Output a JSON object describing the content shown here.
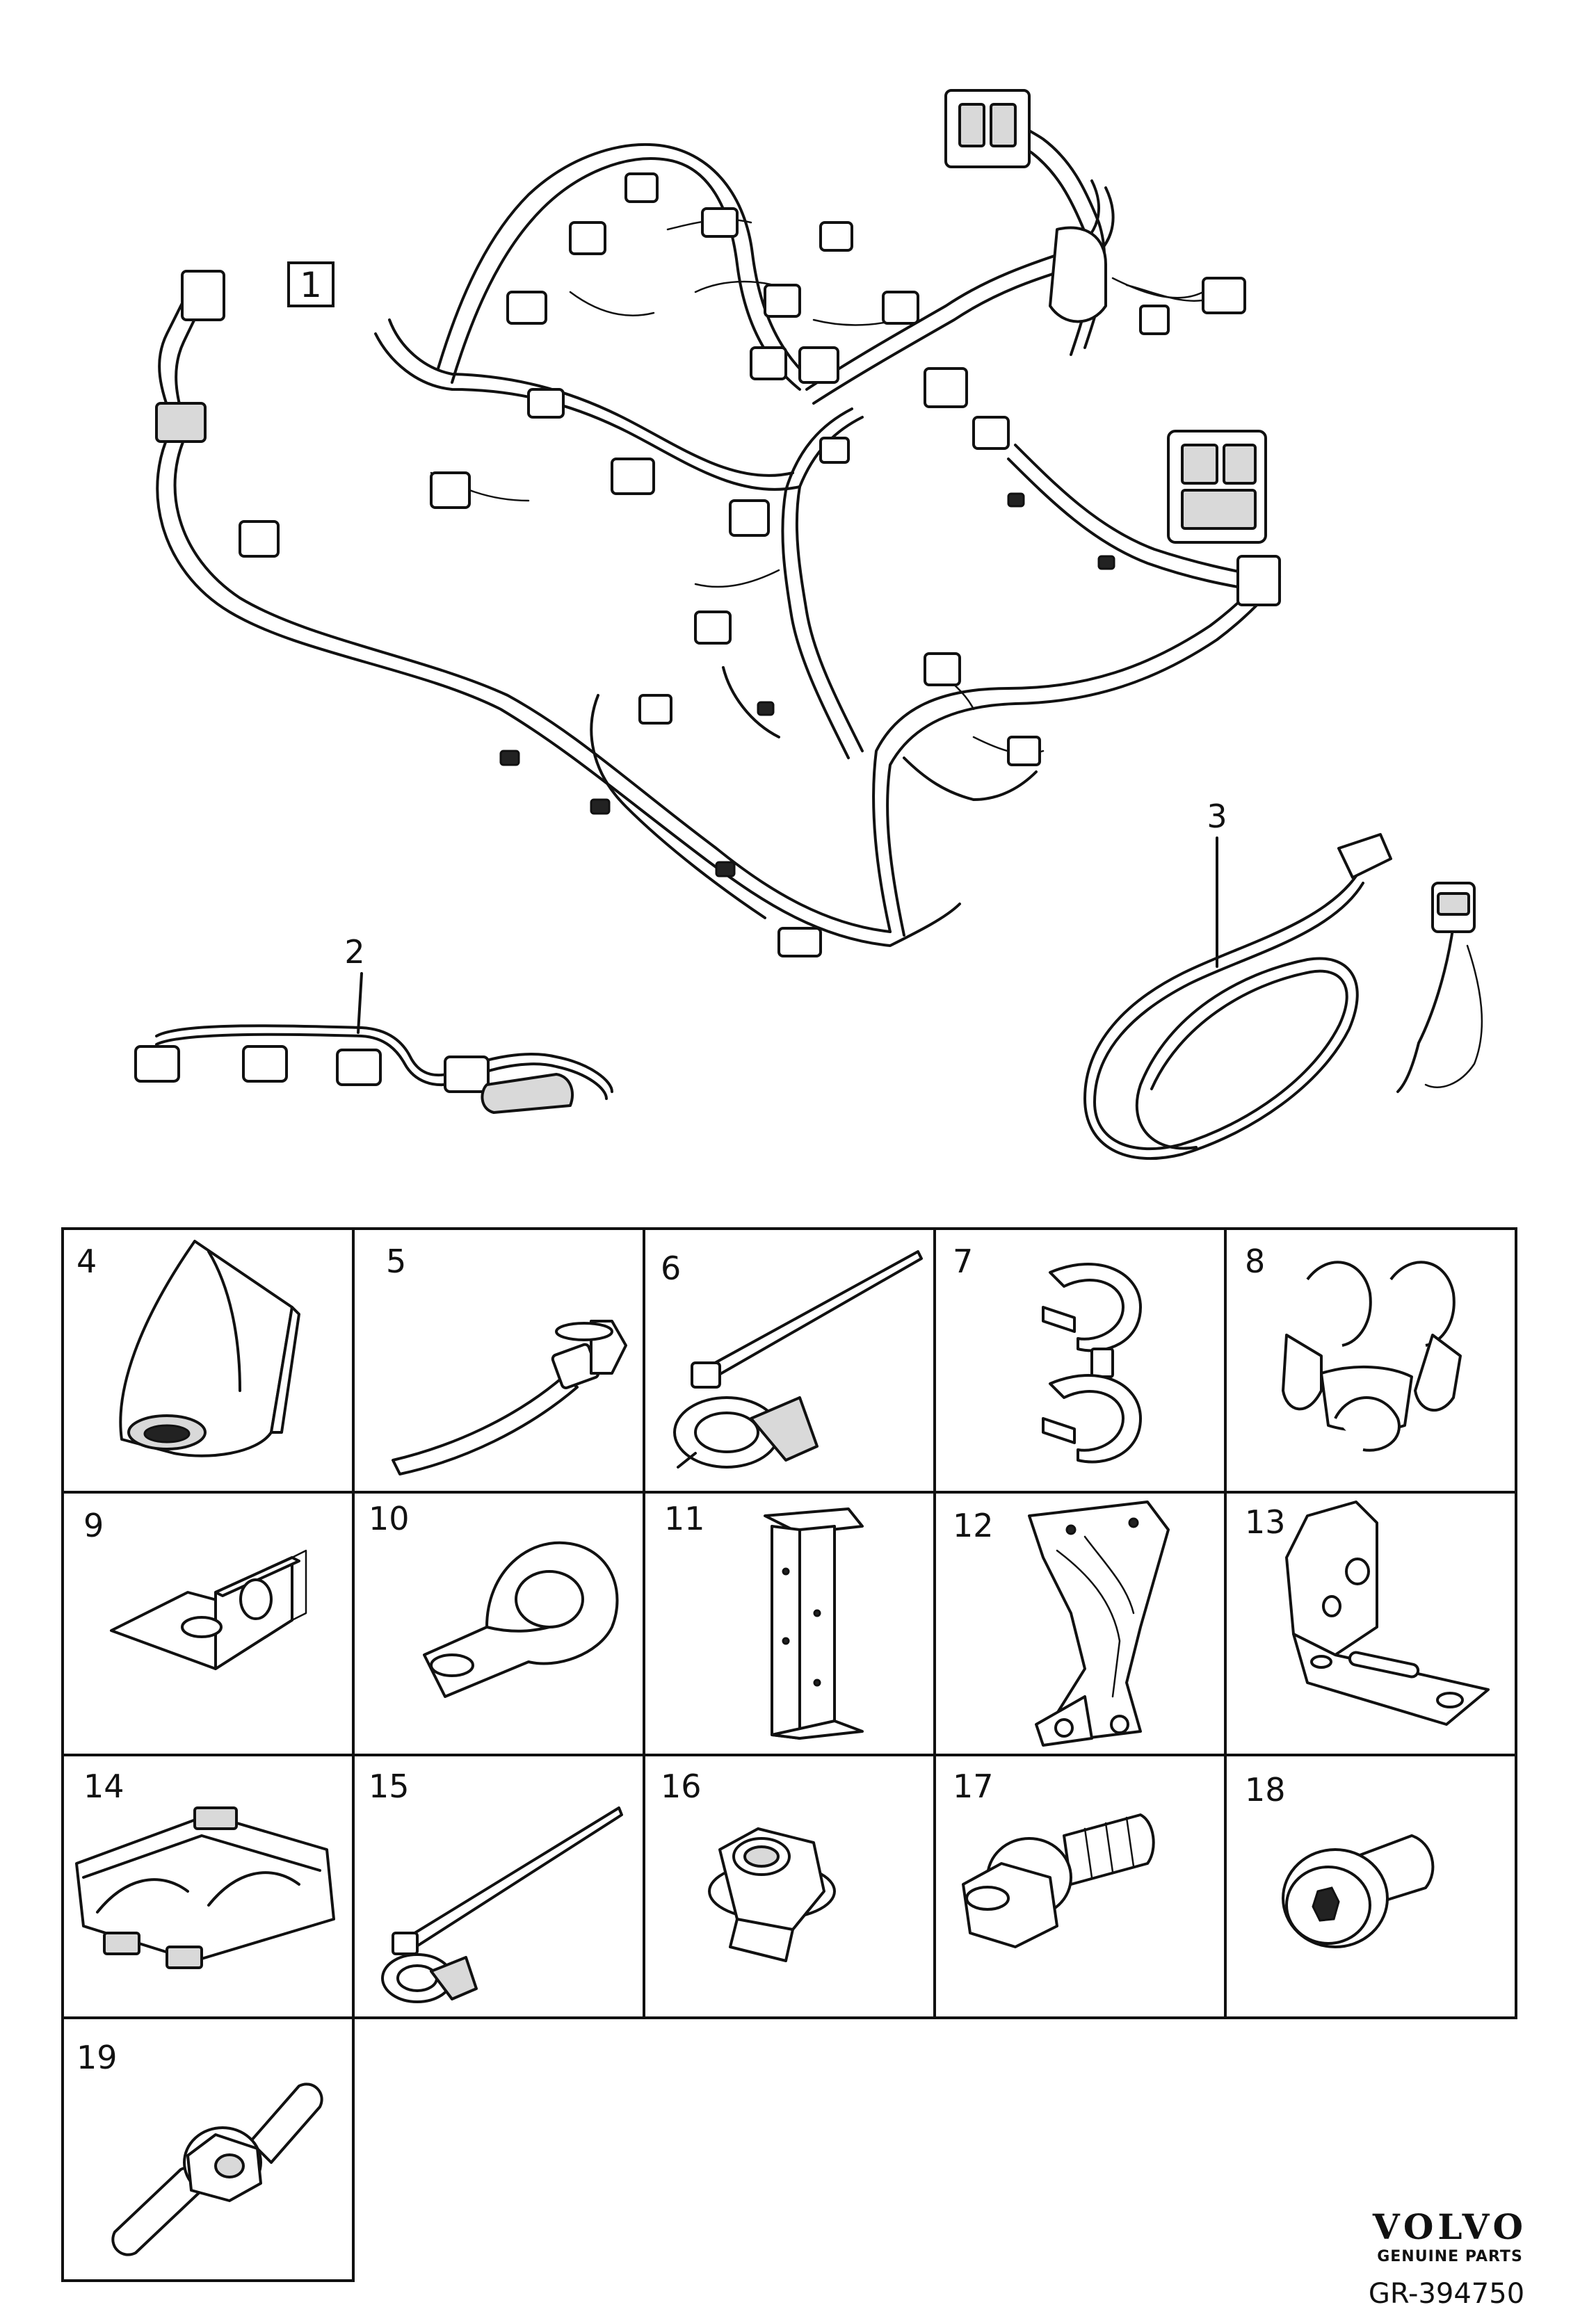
{
  "callouts": {
    "c1": "1",
    "c2": "2",
    "c3": "3"
  },
  "parts": [
    {
      "num": "4",
      "icon": "grommet-boot-icon"
    },
    {
      "num": "5",
      "icon": "cable-tie-pushmount-icon"
    },
    {
      "num": "6",
      "icon": "cable-tie-clip-icon"
    },
    {
      "num": "7",
      "icon": "double-clip-icon"
    },
    {
      "num": "8",
      "icon": "quad-clip-icon"
    },
    {
      "num": "9",
      "icon": "angle-bracket-icon"
    },
    {
      "num": "10",
      "icon": "p-clamp-icon"
    },
    {
      "num": "11",
      "icon": "strap-bracket-icon"
    },
    {
      "num": "12",
      "icon": "formed-bracket-icon"
    },
    {
      "num": "13",
      "icon": "l-bracket-icon"
    },
    {
      "num": "14",
      "icon": "harness-channel-icon"
    },
    {
      "num": "15",
      "icon": "cable-tie-icon"
    },
    {
      "num": "16",
      "icon": "flange-nut-icon"
    },
    {
      "num": "17",
      "icon": "flange-bolt-icon"
    },
    {
      "num": "18",
      "icon": "torx-screw-icon"
    },
    {
      "num": "19",
      "icon": "stud-pin-icon"
    }
  ],
  "brand": {
    "logo": "VOLVO",
    "tagline": "GENUINE PARTS"
  },
  "reference": "GR-394750"
}
